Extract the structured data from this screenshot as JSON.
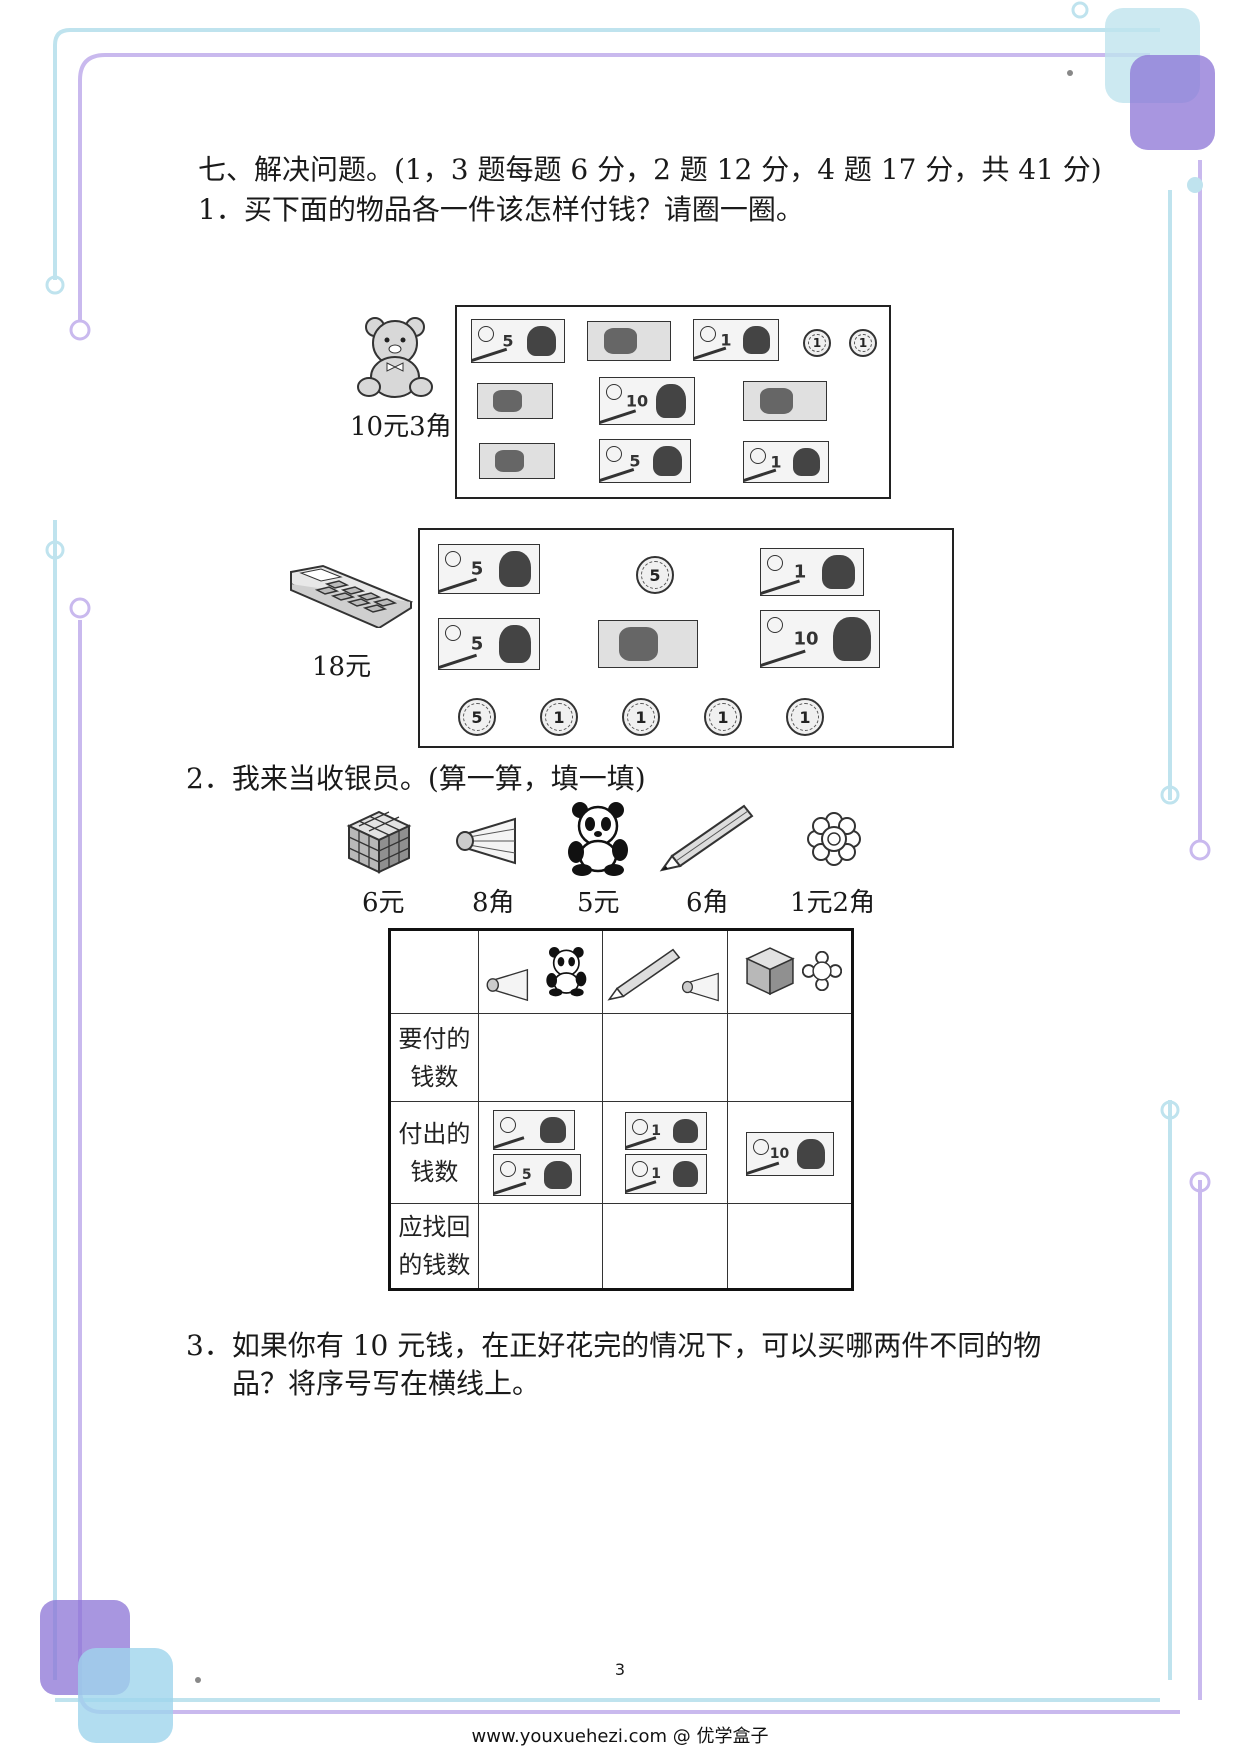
{
  "section": {
    "heading": "七、解决问题。(1，3 题每题 6 分，2 题 12 分，4 题 17 分，共 41 分)"
  },
  "q1": {
    "prompt": "1．买下面的物品各一件该怎样付钱？请圈一圈。",
    "item1": {
      "icon": "teddy-bear-icon",
      "price": "10元3角"
    },
    "item2": {
      "icon": "calculator-icon",
      "price": "18元"
    }
  },
  "q2": {
    "prompt": "2．我来当收银员。(算一算，填一填)",
    "items": [
      {
        "icon": "rubiks-cube-icon",
        "price": "6元"
      },
      {
        "icon": "shuttlecock-icon",
        "price": "8角"
      },
      {
        "icon": "panda-icon",
        "price": "5元"
      },
      {
        "icon": "pencil-icon",
        "price": "6角"
      },
      {
        "icon": "flower-icon",
        "price": "1元2角"
      }
    ],
    "rows": {
      "due": "要付的钱数",
      "paid": "付出的钱数",
      "change": "应找回的钱数"
    },
    "row_lines": {
      "due": [
        "要付的",
        "钱数"
      ],
      "paid": [
        "付出的",
        "钱数"
      ],
      "change": [
        "应找回",
        "的钱数"
      ]
    }
  },
  "q3": {
    "line1": "3．如果你有 10 元钱，在正好花完的情况下，可以买哪两件不同的物",
    "line2": "品？将序号写在横线上。"
  },
  "page_number": "3",
  "footer": "www.youxuehezi.com @ 优学盒子",
  "notes": {
    "five_yuan": "5",
    "one_yuan": "1",
    "ten_yuan": "10",
    "five_jiao_coin": "5",
    "one_jiao_coin": "1"
  },
  "colors": {
    "frame_blue": "#bfe3ee",
    "frame_purple": "#b9a7e0",
    "corner_purple": "#8b73d6",
    "corner_blue": "#9fd4ec"
  }
}
